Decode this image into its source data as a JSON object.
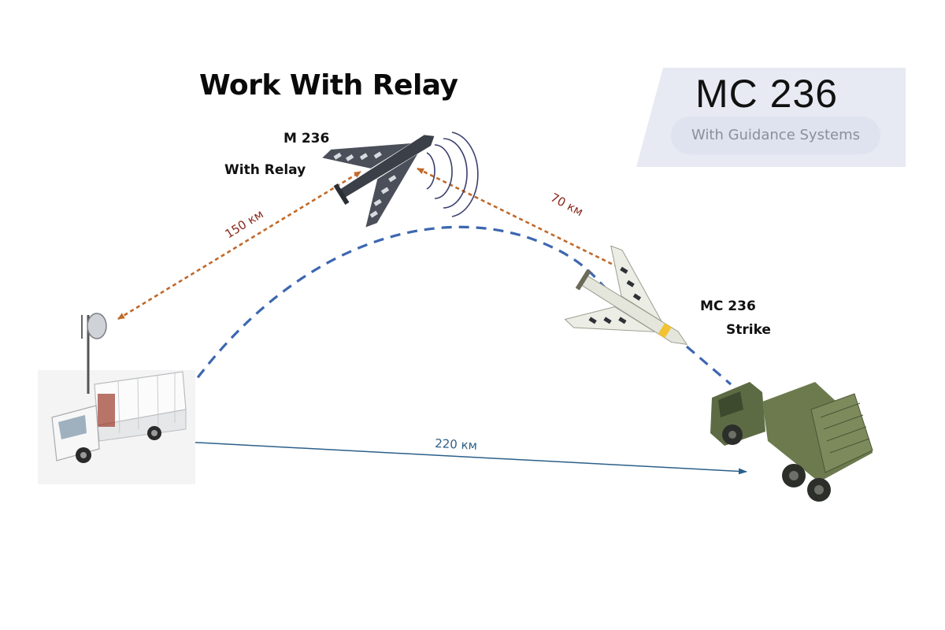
{
  "title": "Work With Relay",
  "brand": {
    "name": "MC 236",
    "subtitle": "With Guidance Systems"
  },
  "relay": {
    "model": "M 236",
    "role": "With Relay"
  },
  "strike": {
    "model": "MC 236",
    "role": "Strike"
  },
  "distances": {
    "station_to_relay": "150 км",
    "relay_to_strike": "70 км",
    "station_to_target": "220 км"
  },
  "colors": {
    "relay_link": "#c0692a",
    "guidance_path": "#3c67b0",
    "ground_link": "#2b5f8a",
    "distance_red": "#8a2a1c",
    "distance_blue": "#2c5f86"
  },
  "icons": [
    "relay-drone-icon",
    "strike-drone-icon",
    "control-truck-icon",
    "rocket-launcher-icon",
    "signal-waves-icon"
  ]
}
